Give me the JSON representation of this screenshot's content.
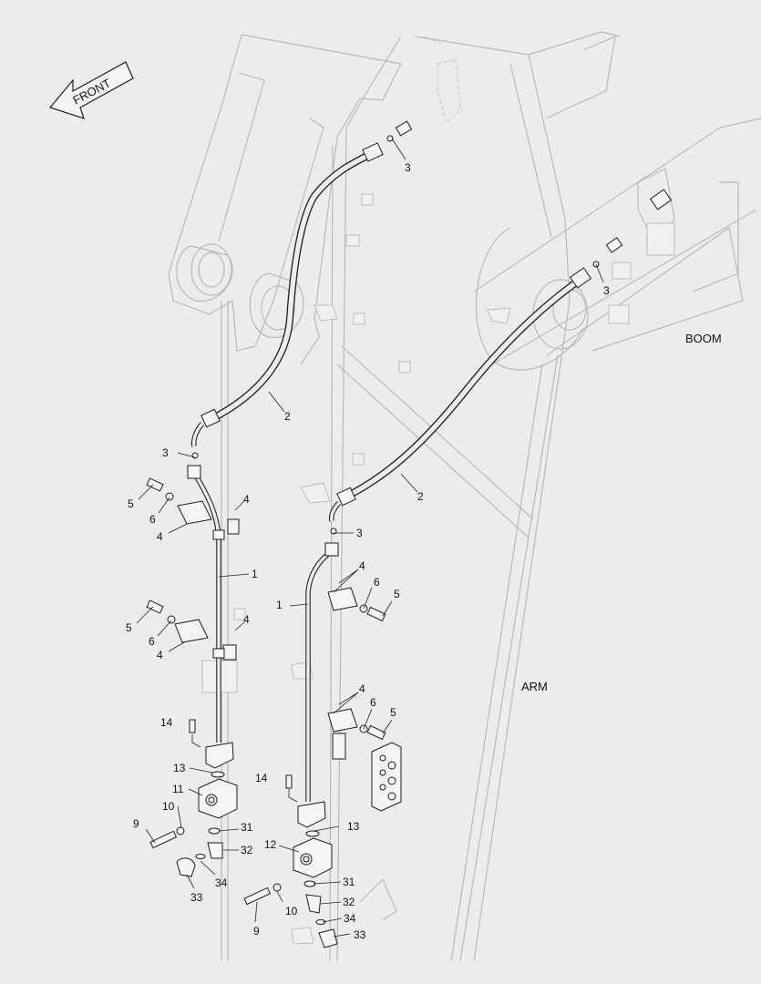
{
  "direction": {
    "label": "FRONT"
  },
  "sections": {
    "boom": "BOOM",
    "arm": "ARM"
  },
  "callouts": {
    "c3a": "3",
    "c3b": "3",
    "c3c": "3",
    "c3d": "3",
    "c2a": "2",
    "c2b": "2",
    "c1a": "1",
    "c1b": "1",
    "c4a": "4",
    "c4b": "4",
    "c4c": "4",
    "c4d": "4",
    "c4e": "4",
    "c4f": "4",
    "c5a": "5",
    "c5b": "5",
    "c5c": "5",
    "c5d": "5",
    "c6a": "6",
    "c6b": "6",
    "c6c": "6",
    "c6d": "6",
    "c14a": "14",
    "c14b": "14",
    "c13a": "13",
    "c13b": "13",
    "c11": "11",
    "c12": "12",
    "c10a": "10",
    "c10b": "10",
    "c9a": "9",
    "c9b": "9",
    "c31a": "31",
    "c31b": "31",
    "c32a": "32",
    "c32b": "32",
    "c34a": "34",
    "c34b": "34",
    "c33a": "33",
    "c33b": "33"
  },
  "colors": {
    "background": "#ececec",
    "line": "#1c1c1c",
    "ghost": "#b9b9b9"
  }
}
